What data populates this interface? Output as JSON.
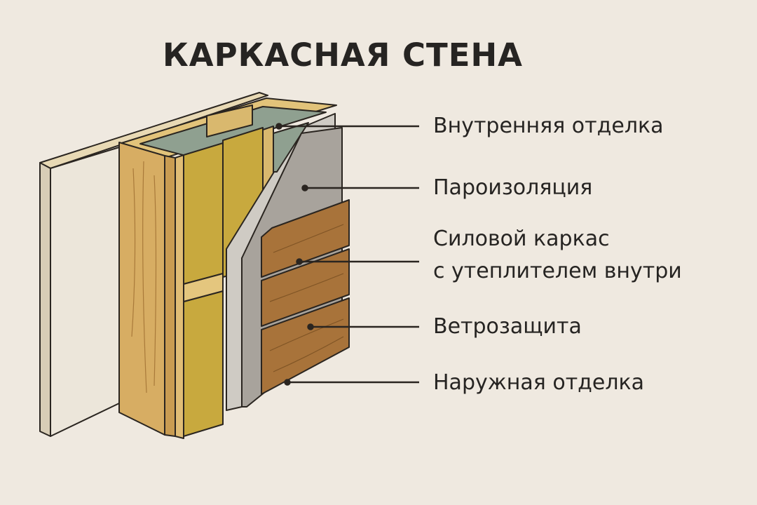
{
  "title": "КАРКАСНАЯ СТЕНА",
  "labels": [
    "Внутренняя отделка",
    "Пароизоляция",
    "Силовой каркас",
    "с утеплителем внутри",
    "Ветрозащита",
    "Наружная отделка"
  ],
  "colors": {
    "background": "#efe9e0",
    "wood": "#d4a85a",
    "insulation": "#c9a93c",
    "membrane": "#c9c5be",
    "board": "#a19c95",
    "siding": "#a8733a",
    "text": "#262422"
  }
}
